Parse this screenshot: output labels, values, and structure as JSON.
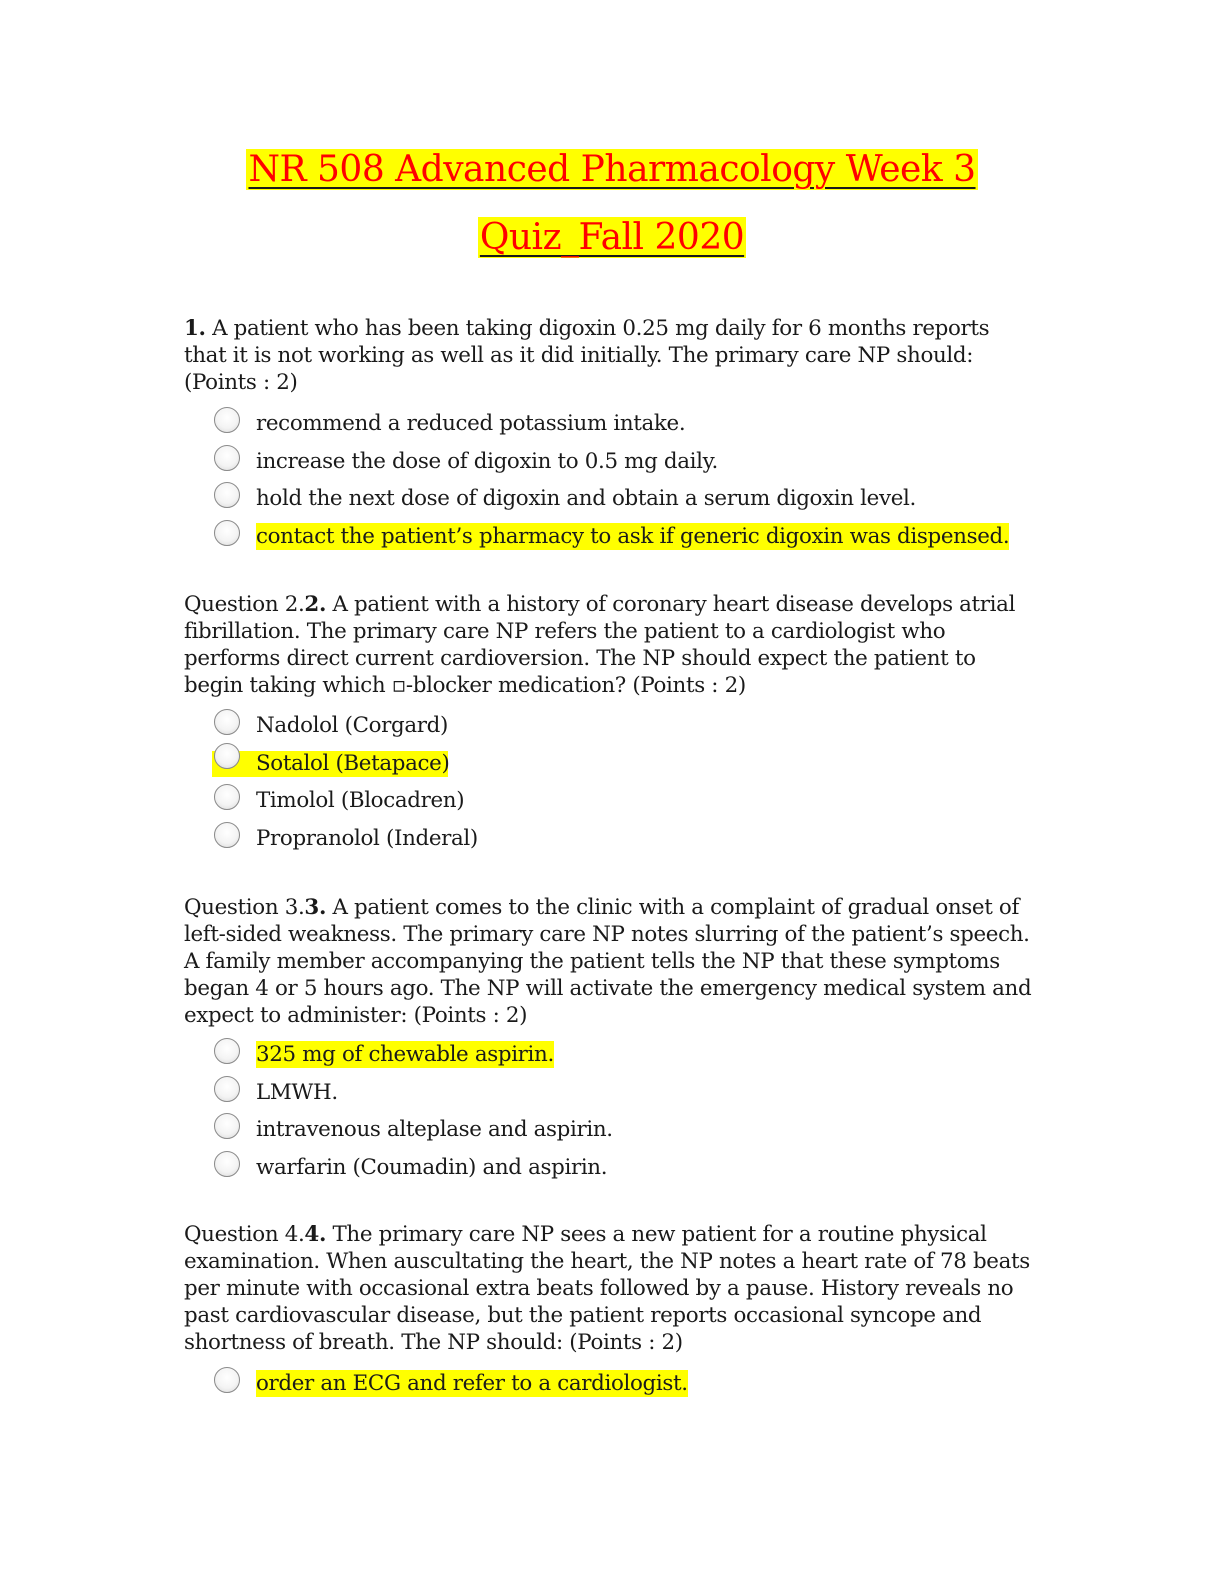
{
  "title": {
    "line1": "NR 508 Advanced Pharmacology Week 3 ",
    "line2": "Quiz_Fall 2020"
  },
  "questions": [
    {
      "prefix": "",
      "number": "1.",
      "text": " A patient who has been taking digoxin 0.25 mg daily for 6 months reports that it is not working as well as it did initially. The primary care NP should: (Points : 2)",
      "options": [
        {
          "text": "recommend a reduced potassium intake.",
          "highlighted": false
        },
        {
          "text": "increase the dose of digoxin to 0.5 mg daily.",
          "highlighted": false
        },
        {
          "text": "hold the next dose of digoxin and obtain a serum digoxin level.",
          "highlighted": false
        },
        {
          "text": "contact the patient’s pharmacy to ask if generic digoxin was dispensed.",
          "highlighted": true
        }
      ]
    },
    {
      "prefix": "Question 2.",
      "number": "2.",
      "text": " A patient with a history of coronary heart disease develops atrial fibrillation. The primary care NP refers the patient to a cardiologist who performs direct current cardioversion. The NP should expect the patient to begin taking which ▫-blocker medication? (Points : 2)",
      "options": [
        {
          "text": "Nadolol (Corgard)",
          "highlighted": false
        },
        {
          "text": "Sotalol (Betapace)",
          "highlighted": true
        },
        {
          "text": "Timolol (Blocadren)",
          "highlighted": false
        },
        {
          "text": "Propranolol (Inderal)",
          "highlighted": false
        }
      ]
    },
    {
      "prefix": "Question 3.",
      "number": "3.",
      "text": " A patient comes to the clinic with a complaint of gradual onset of left-sided weakness. The primary care NP notes slurring of the patient’s speech. A family member accompanying the patient tells the NP that these symptoms began 4 or 5 hours ago. The NP will activate the emergency medical system and expect to administer: (Points : 2)",
      "options": [
        {
          "text": "325 mg of chewable aspirin.",
          "highlighted": true
        },
        {
          "text": "LMWH.",
          "highlighted": false
        },
        {
          "text": "intravenous alteplase and aspirin.",
          "highlighted": false
        },
        {
          "text": "warfarin (Coumadin) and aspirin.",
          "highlighted": false
        }
      ]
    },
    {
      "prefix": "Question 4.",
      "number": "4.",
      "text": " The primary care NP sees a new patient for a routine physical examination. When auscultating the heart, the NP notes a heart rate of 78 beats per minute with occasional extra beats followed by a pause. History reveals no past cardiovascular disease, but the patient reports occasional syncope and shortness of breath. The NP should: (Points : 2)",
      "options": [
        {
          "text": "order an ECG and refer to a cardiologist.",
          "highlighted": true
        }
      ]
    }
  ]
}
